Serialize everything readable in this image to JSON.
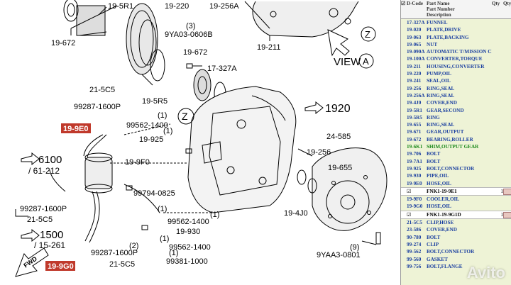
{
  "diagram": {
    "labels": {
      "l19_5r1": "19-5R1",
      "l19_220": "19-220",
      "l19_256a": "19-256A",
      "l19_672a": "19-672",
      "l19_211": "19-211",
      "l9ya03_3": "(3)",
      "l9ya03": "9YA03-0606B",
      "l19_672b": "19-672",
      "l17_327a": "17-327A",
      "l21_5c5a": "21-5C5",
      "l99287a": "99287-1600P",
      "l19_5r5": "19-5R5",
      "l1_a": "(1)",
      "l99562a": "99562-1400",
      "l1_b": "(1)",
      "l19_925": "19-925",
      "l1920": "1920",
      "l6100": "6100",
      "l61_212": "/ 61-212",
      "l19_9f0": "19-9F0",
      "l24_585": "24-585",
      "l19_256b": "19-256",
      "l19_655": "19-655",
      "l99794": "99794-0825",
      "l99287b": "99287-1600P",
      "l21_5c5b": "21-5C5",
      "l1_c": "(1)",
      "l99562b": "99562-1400",
      "l1_d": "(1)",
      "l19_930": "19-930",
      "l1500": "1500",
      "l15_261": "/ 15-261",
      "l19_4j0": "19-4J0",
      "l99287c": "99287-1600P",
      "l21_5c5c": "21-5C5",
      "l2": "(2)",
      "l1_e": "(1)",
      "l99562c": "99562-1400",
      "l9": "(9)",
      "l9yaa3": "9YAA3-0801",
      "l1_f": "(1)",
      "l99381": "99381-1000",
      "view": "VIEW",
      "viewA": "A",
      "z1": "Z",
      "z2": "Z",
      "fwd": "FWD"
    },
    "highlighted": {
      "l19_9e0": "19-9E0",
      "l19_9g0": "19-9G0"
    }
  },
  "parts_list": {
    "headers": {
      "code": "D-Code",
      "part": "Part Name\nPart Number\nDescription",
      "qty": "Qty",
      "qty2": "Qty"
    },
    "rows": [
      {
        "code": "17-327A",
        "desc": "FUNNEL",
        "style": ""
      },
      {
        "code": "19-020",
        "desc": "PLATE,DRIVE",
        "style": ""
      },
      {
        "code": "19-063",
        "desc": "PLATE,BACKING",
        "style": ""
      },
      {
        "code": "19-065",
        "desc": "NUT",
        "style": ""
      },
      {
        "code": "19-090A",
        "desc": "AUTOMATIC T/MISSION CPT.",
        "style": ""
      },
      {
        "code": "19-100A",
        "desc": "CONVERTER,TORQUE",
        "style": ""
      },
      {
        "code": "19-211",
        "desc": "HOUSING,CONVERTER",
        "style": ""
      },
      {
        "code": "19-220",
        "desc": "PUMP,OIL",
        "style": ""
      },
      {
        "code": "19-241",
        "desc": "SEAL,OIL",
        "style": ""
      },
      {
        "code": "19-256",
        "desc": "RING,SEAL",
        "style": ""
      },
      {
        "code": "19-256A",
        "desc": "RING,SEAL",
        "style": ""
      },
      {
        "code": "19-4J0",
        "desc": "COVER,END",
        "style": ""
      },
      {
        "code": "19-5R1",
        "desc": "GEAR,SECOND",
        "style": ""
      },
      {
        "code": "19-5R5",
        "desc": "RING",
        "style": ""
      },
      {
        "code": "19-655",
        "desc": "RING,SEAL",
        "style": ""
      },
      {
        "code": "19-671",
        "desc": "GEAR,OUTPUT",
        "style": ""
      },
      {
        "code": "19-672",
        "desc": "BEARING,ROLLER",
        "style": ""
      },
      {
        "code": "19-6K1",
        "desc": "SHIM,OUTPUT GEAR",
        "style": "green"
      },
      {
        "code": "19-706",
        "desc": "BOLT",
        "style": ""
      },
      {
        "code": "19-7A1",
        "desc": "BOLT",
        "style": ""
      },
      {
        "code": "19-925",
        "desc": "BOLT,CONNECTOR",
        "style": ""
      },
      {
        "code": "19-930",
        "desc": "PIPE,OIL",
        "style": ""
      },
      {
        "code": "19-9E0",
        "desc": "HOSE,OIL",
        "style": ""
      },
      {
        "code": "☑",
        "desc": "FNK1-19-9E1",
        "style": "sub",
        "qty": "1"
      },
      {
        "code": "19-9F0",
        "desc": "COOLER,OIL",
        "style": ""
      },
      {
        "code": "19-9G0",
        "desc": "HOSE,OIL",
        "style": ""
      },
      {
        "code": "☑",
        "desc": "FNK1-19-9G1D",
        "style": "sub",
        "qty": "1"
      },
      {
        "code": "21-5C5",
        "desc": "CLIP,HOSE",
        "style": ""
      },
      {
        "code": "23-586",
        "desc": "COVER,END",
        "style": ""
      },
      {
        "code": "90-780",
        "desc": "BOLT",
        "style": ""
      },
      {
        "code": "99-274",
        "desc": "CLIP",
        "style": ""
      },
      {
        "code": "99-562",
        "desc": "BOLT,CONNECTOR",
        "style": ""
      },
      {
        "code": "99-560",
        "desc": "GASKET",
        "style": ""
      },
      {
        "code": "99-756",
        "desc": "BOLT,FLANGE",
        "style": ""
      }
    ]
  },
  "watermark": "Avito"
}
